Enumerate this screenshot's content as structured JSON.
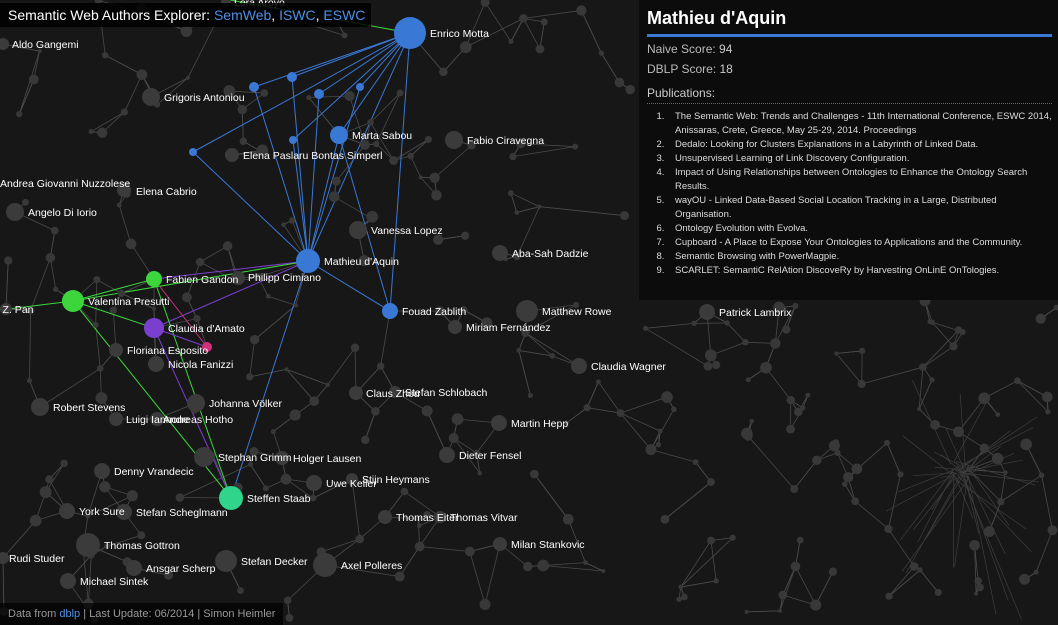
{
  "header": {
    "title": "Semantic Web Authors Explorer:",
    "links": [
      "SemWeb",
      "ISWC",
      "ESWC"
    ]
  },
  "footer": {
    "prefix": "Data from",
    "source_link": "dblp",
    "rest": "| Last Update: 06/2014 | Simon Heimler"
  },
  "panel": {
    "name": "Mathieu d'Aquin",
    "naive_label": "Naive Score:",
    "naive_value": "94",
    "dblp_label": "DBLP Score:",
    "dblp_value": "18",
    "publications_label": "Publications:",
    "publications": [
      "The Semantic Web: Trends and Challenges - 11th International Conference, ESWC 2014, Anissaras, Crete, Greece, May 25-29, 2014. Proceedings",
      "Dedalo: Looking for Clusters Explanations in a Labyrinth of Linked Data.",
      "Unsupervised Learning of Link Discovery Configuration.",
      "Impact of Using Relationships between Ontologies to Enhance the Ontology Search Results.",
      "wayOU - Linked Data-Based Social Location Tracking in a Large, Distributed Organisation.",
      "Ontology Evolution with Evolva.",
      "Cupboard - A Place to Expose Your Ontologies to Applications and the Community.",
      "Semantic Browsing with PowerMagpie.",
      "SCARLET: SemantiC RelAtion DiscoveRy by Harvesting OnLinE OnTologies."
    ]
  },
  "colors": {
    "background": "#171717",
    "semweb_blue": "#3a78d6",
    "iswc_green": "#3cd63c",
    "eswc_purple": "#7b3fd0",
    "teal": "#2ed58a",
    "pink": "#d0307a",
    "gray_node": "#3b3b3b"
  },
  "graph": {
    "nodes": [
      {
        "id": "motta",
        "label": "Enrico Motta",
        "c": "blue"
      },
      {
        "id": "daquin",
        "label": "Mathieu d'Aquin",
        "c": "blue"
      },
      {
        "id": "sabou",
        "label": "Marta Sabou",
        "c": "blue"
      },
      {
        "id": "zablith",
        "label": "Fouad Zablith",
        "c": "blue"
      },
      {
        "id": "gandon",
        "label": "Fabien Gandon",
        "c": "green"
      },
      {
        "id": "presutti",
        "label": "Valentina Presutti",
        "c": "green"
      },
      {
        "id": "damato",
        "label": "Claudia d'Amato",
        "c": "purple"
      },
      {
        "id": "staab",
        "label": "Steffen Staab",
        "c": "teal"
      },
      {
        "id": "pink",
        "label": "",
        "c": "pink"
      },
      {
        "id": "gangemi",
        "label": "Aldo Gangemi",
        "c": "gray"
      },
      {
        "id": "antoniou",
        "label": "Grigoris Antoniou",
        "c": "gray"
      },
      {
        "id": "simperl",
        "label": "Elena Paslaru Bontas Simperl",
        "c": "gray"
      },
      {
        "id": "ciravegna",
        "label": "Fabio Ciravegna",
        "c": "gray"
      },
      {
        "id": "nuzzolese",
        "label": "Andrea Giovanni Nuzzolese",
        "c": "gray"
      },
      {
        "id": "cabrio",
        "label": "Elena Cabrio",
        "c": "gray"
      },
      {
        "id": "diiorio",
        "label": "Angelo Di Iorio",
        "c": "gray"
      },
      {
        "id": "lopez",
        "label": "Vanessa Lopez",
        "c": "gray"
      },
      {
        "id": "dadzie",
        "label": "Aba-Sah Dadzie",
        "c": "gray"
      },
      {
        "id": "cimiano",
        "label": "Philipp Cimiano",
        "c": "gray"
      },
      {
        "id": "pan",
        "label": "ff Z. Pan",
        "c": "gray"
      },
      {
        "id": "rowe",
        "label": "Matthew Rowe",
        "c": "gray"
      },
      {
        "id": "lambrix",
        "label": "Patrick Lambrix",
        "c": "gray"
      },
      {
        "id": "fernandez",
        "label": "Miriam Fernández",
        "c": "gray"
      },
      {
        "id": "esposito",
        "label": "Floriana Esposito",
        "c": "gray"
      },
      {
        "id": "fanizzi",
        "label": "Nicola Fanizzi",
        "c": "gray"
      },
      {
        "id": "wagner",
        "label": "Claudia Wagner",
        "c": "gray"
      },
      {
        "id": "zhou",
        "label": "Claus Zhou",
        "c": "gray"
      },
      {
        "id": "schlobach",
        "label": "Stefan Schlobach",
        "c": "gray"
      },
      {
        "id": "stevens",
        "label": "Robert Stevens",
        "c": "gray"
      },
      {
        "id": "volker",
        "label": "Johanna Völker",
        "c": "gray"
      },
      {
        "id": "iannone",
        "label": "Luigi Iannone",
        "c": "gray"
      },
      {
        "id": "hotho",
        "label": "Andreas Hotho",
        "c": "gray"
      },
      {
        "id": "hepp",
        "label": "Martin Hepp",
        "c": "gray"
      },
      {
        "id": "grimm",
        "label": "Stephan Grimm",
        "c": "gray"
      },
      {
        "id": "lausen",
        "label": "Holger Lausen",
        "c": "gray"
      },
      {
        "id": "fensel",
        "label": "Dieter Fensel",
        "c": "gray"
      },
      {
        "id": "vrandecic",
        "label": "Denny Vrandecic",
        "c": "gray"
      },
      {
        "id": "heymans",
        "label": "Stijn Heymans",
        "c": "gray"
      },
      {
        "id": "keller",
        "label": "Uwe Keller",
        "c": "gray"
      },
      {
        "id": "sure",
        "label": "York Sure",
        "c": "gray"
      },
      {
        "id": "schegl",
        "label": "Stefan Scheglmann",
        "c": "gray"
      },
      {
        "id": "eiter",
        "label": "Thomas Eiter",
        "c": "gray"
      },
      {
        "id": "vitvar",
        "label": "Thomas Vitvar",
        "c": "gray"
      },
      {
        "id": "gottron",
        "label": "Thomas Gottron",
        "c": "gray"
      },
      {
        "id": "stankovic",
        "label": "Milan Stankovic",
        "c": "gray"
      },
      {
        "id": "studer",
        "label": "Rudi Studer",
        "c": "gray"
      },
      {
        "id": "decker",
        "label": "Stefan Decker",
        "c": "gray"
      },
      {
        "id": "polleres",
        "label": "Axel Polleres",
        "c": "gray"
      },
      {
        "id": "scherp",
        "label": "Ansgar Scherp",
        "c": "gray"
      },
      {
        "id": "sintek",
        "label": "Michael Sintek",
        "c": "gray"
      },
      {
        "id": "aroyo",
        "label": "Lora Aroyo",
        "c": "gray"
      }
    ]
  }
}
